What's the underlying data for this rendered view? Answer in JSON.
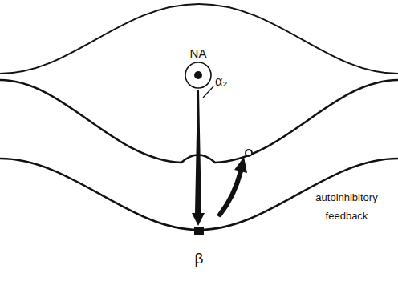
{
  "diagram": {
    "nodes": [
      {
        "text": [
          "NA"
        ]
      },
      {
        "text": [
          "β"
        ]
      }
    ],
    "edges": [
      {
        "from": 0,
        "to": 1,
        "arrow": "to"
      }
    ],
    "labels": [
      "α₂",
      "autoinhibitory feedback"
    ]
  }
}
